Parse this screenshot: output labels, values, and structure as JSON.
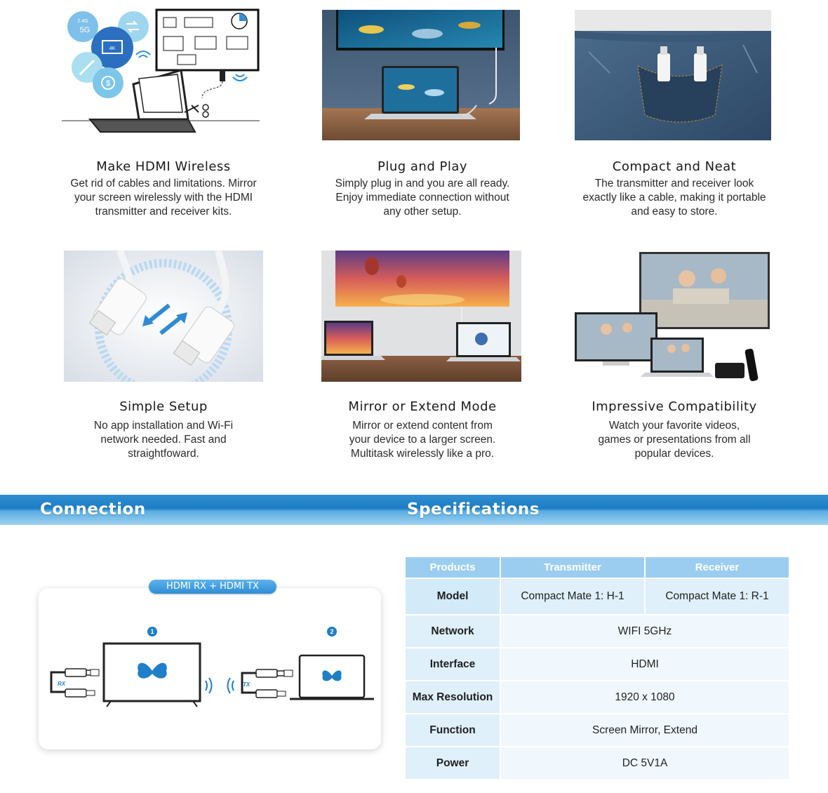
{
  "features": [
    {
      "title": "Make HDMI Wireless",
      "lines": [
        "Get rid of cables and limitations. Mirror",
        "your screen wirelessly with the HDMI",
        "transmitter and receiver kits."
      ]
    },
    {
      "title": "Plug and Play",
      "lines": [
        "Simply plug in and you are all ready.",
        "Enjoy immediate connection without",
        "any other setup."
      ]
    },
    {
      "title": "Compact and Neat",
      "lines": [
        "The transmitter and receiver look",
        "exactly like a cable, making it portable",
        "and easy to store."
      ]
    },
    {
      "title": "Simple Setup",
      "lines": [
        "No app installation and Wi-Fi",
        "network needed. Fast and",
        "straightfoward."
      ]
    },
    {
      "title": "Mirror or Extend Mode",
      "lines": [
        "Mirror or extend content from",
        "your device to a larger screen.",
        "Multitask wirelessly like a pro."
      ]
    },
    {
      "title": "Impressive Compatibility",
      "lines": [
        "Watch your favorite videos,",
        "games or presentations from all",
        "popular devices."
      ]
    }
  ],
  "banner": {
    "connection": "Connection",
    "specifications": "Specifications"
  },
  "connection": {
    "pill": "HDMI RX + HDMI TX",
    "step1": "1",
    "step2": "2",
    "rx_tag": "RX",
    "tx_tag": "TX",
    "icon_tv": "butterfly-icon",
    "icon_laptop": "butterfly-icon",
    "icon_5g": "5G",
    "icon_24g": "2.4G",
    "icon_4k": "4K"
  },
  "specs": {
    "headers": [
      "Products",
      "Transmitter",
      "Receiver"
    ],
    "model": {
      "label": "Model",
      "tx": "Compact Mate 1: H-1",
      "rx": "Compact Mate 1: R-1"
    },
    "rows": [
      {
        "label": "Network",
        "value": "WIFI 5GHz"
      },
      {
        "label": "Interface",
        "value": "HDMI"
      },
      {
        "label": "Max Resolution",
        "value": "1920 x 1080"
      },
      {
        "label": "Function",
        "value": "Screen Mirror, Extend"
      },
      {
        "label": "Power",
        "value": "DC 5V1A"
      }
    ]
  },
  "colors": {
    "accent": "#1d7cc4",
    "table_header": "#9bcdf1",
    "row_label": "#dff0fb"
  }
}
